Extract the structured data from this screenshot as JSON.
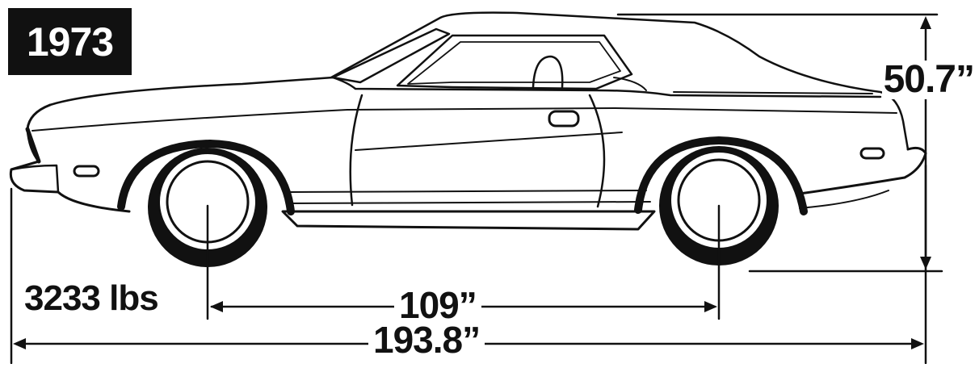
{
  "year_badge": "1973",
  "dimensions": {
    "height": "50.7”",
    "curb_weight": "3233 lbs",
    "wheelbase": "109”",
    "overall_length": "193.8”"
  },
  "colors": {
    "ink": "#111111",
    "paper": "#ffffff"
  }
}
